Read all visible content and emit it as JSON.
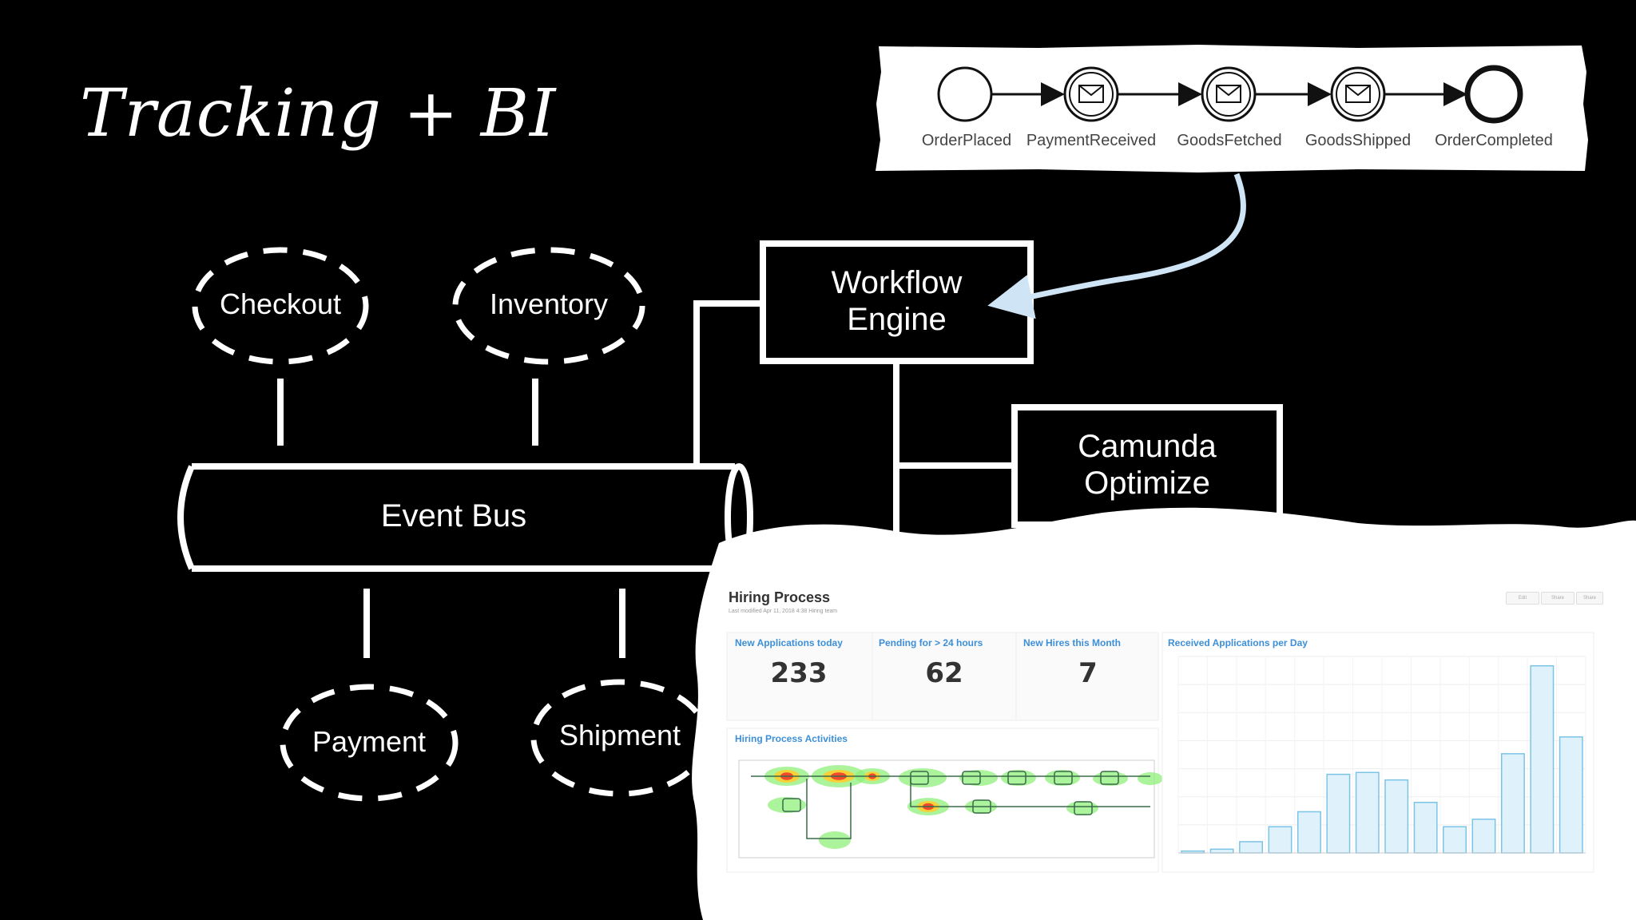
{
  "title": "Tracking + BI",
  "services": {
    "checkout": "Checkout",
    "inventory": "Inventory",
    "payment": "Payment",
    "shipment": "Shipment"
  },
  "event_bus": "Event Bus",
  "workflow_engine": [
    "Workflow",
    "Engine"
  ],
  "optimize": [
    "Camunda",
    "Optimize"
  ],
  "process_steps": [
    "OrderPlaced",
    "PaymentReceived",
    "GoodsFetched",
    "GoodsShipped",
    "OrderCompleted"
  ],
  "dashboard": {
    "title": "Hiring Process",
    "subtitle": "Last modified Apr 11, 2018 4:38 Hiring team",
    "buttons": [
      "Edit",
      "Share",
      "Share"
    ],
    "kpis": [
      {
        "label": "New Applications today",
        "value": "233"
      },
      {
        "label": "Pending for > 24 hours",
        "value": "62"
      },
      {
        "label": "New Hires this Month",
        "value": "7"
      }
    ],
    "heatmap_title": "Hiring Process Activities",
    "chart_title": "Received Applications per Day",
    "chart_data": {
      "type": "bar",
      "title": "Received Applications per Day",
      "values": [
        1,
        2,
        6,
        14,
        22,
        42,
        43,
        39,
        27,
        14,
        18,
        53,
        100,
        62
      ],
      "ylim": [
        0,
        105
      ]
    }
  },
  "colors": {
    "background": "#000000",
    "foreground": "#ffffff",
    "arrow": "#cfe4f5",
    "bar_fill": "#dff1fb",
    "bar_stroke": "#7cc4e6",
    "card_header": "#3c8fd8"
  }
}
